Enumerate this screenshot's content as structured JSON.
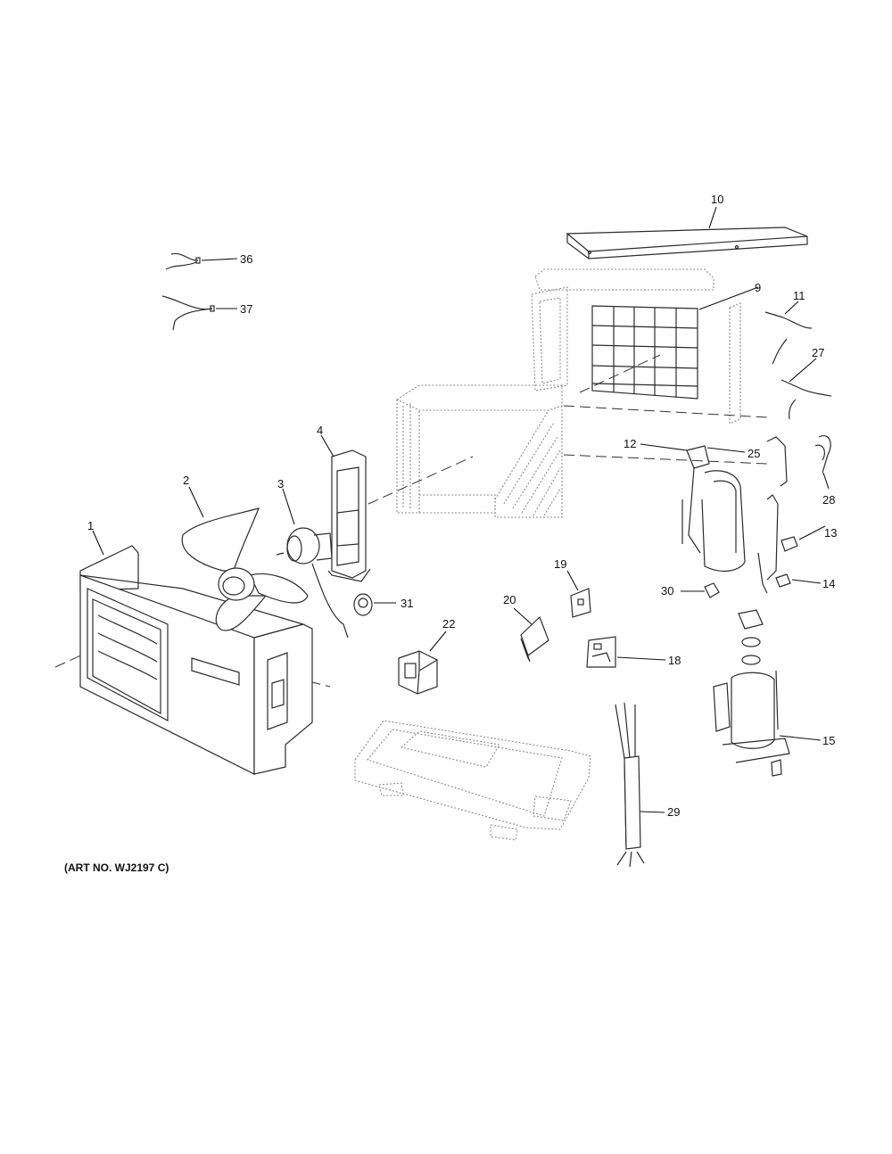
{
  "callouts": {
    "c1": "1",
    "c2": "2",
    "c3": "3",
    "c4": "4",
    "c9": "9",
    "c10": "10",
    "c11": "11",
    "c12": "12",
    "c13": "13",
    "c14": "14",
    "c15": "15",
    "c18": "18",
    "c19": "19",
    "c20": "20",
    "c22": "22",
    "c25": "25",
    "c27": "27",
    "c28": "28",
    "c29": "29",
    "c30": "30",
    "c31": "31",
    "c36": "36",
    "c37": "37"
  },
  "caption": "(ART NO. WJ2197 C)",
  "colors": {
    "line": "#2b2b2b",
    "ghost": "#8a8a8a",
    "text": "#111111",
    "background": "#ffffff"
  }
}
